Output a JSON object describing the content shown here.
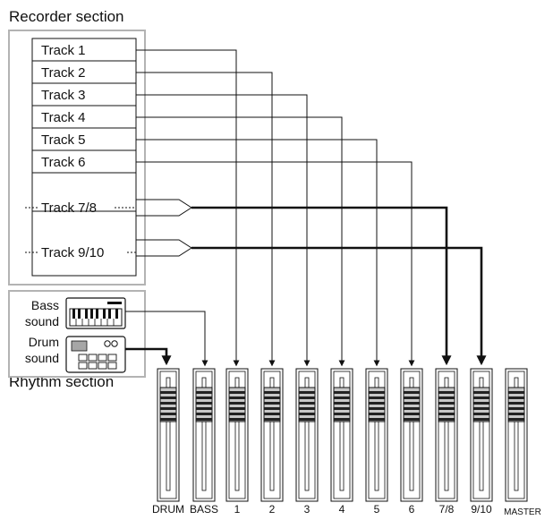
{
  "recorder_section": {
    "title": "Recorder section",
    "tracks": [
      "Track 1",
      "Track 2",
      "Track 3",
      "Track 4",
      "Track 5",
      "Track 6",
      "Track 7/8",
      "Track 9/10"
    ]
  },
  "rhythm_section": {
    "title": "Rhythm section",
    "bass": [
      "Bass",
      "sound"
    ],
    "drum": [
      "Drum",
      "sound"
    ]
  },
  "mixer": {
    "channels": [
      "DRUM",
      "BASS",
      "1",
      "2",
      "3",
      "4",
      "5",
      "6",
      "7/8",
      "9/10",
      "MASTER"
    ]
  },
  "icons": {
    "bass": "keyboard-icon",
    "drum": "drum-machine-icon"
  }
}
